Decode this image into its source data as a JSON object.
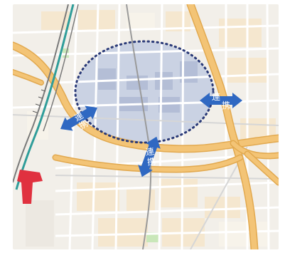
{
  "map": {
    "colors": {
      "land": "#f2efe9",
      "block_light": "#f7f3ea",
      "block_warm": "#f5e7cf",
      "road_major": "#f3c476",
      "road_major_edge": "#e2a94f",
      "road_minor": "#ffffff",
      "road_grey": "#d6d6d6",
      "rail": "#7a7a7a",
      "rail_teal": "#2f9d9a",
      "park": "#c9e7b9",
      "highlight_area": "#bcc8e0",
      "ellipse_dotted": "#2a3a78",
      "arrow": "#2f68c2",
      "landmark_red": "#e0313f"
    },
    "focus_area": {
      "icon": "dotted-ellipse"
    },
    "links": [
      {
        "text": "連携",
        "icon": "double-arrow-icon",
        "orientation": "vertical-text",
        "direction": "southwest-northeast"
      },
      {
        "text": "連携",
        "icon": "double-arrow-icon",
        "orientation": "vertical-text",
        "direction": "north-south"
      },
      {
        "text": "連携",
        "icon": "double-arrow-icon",
        "orientation": "vertical-text",
        "direction": "east-west"
      }
    ]
  }
}
